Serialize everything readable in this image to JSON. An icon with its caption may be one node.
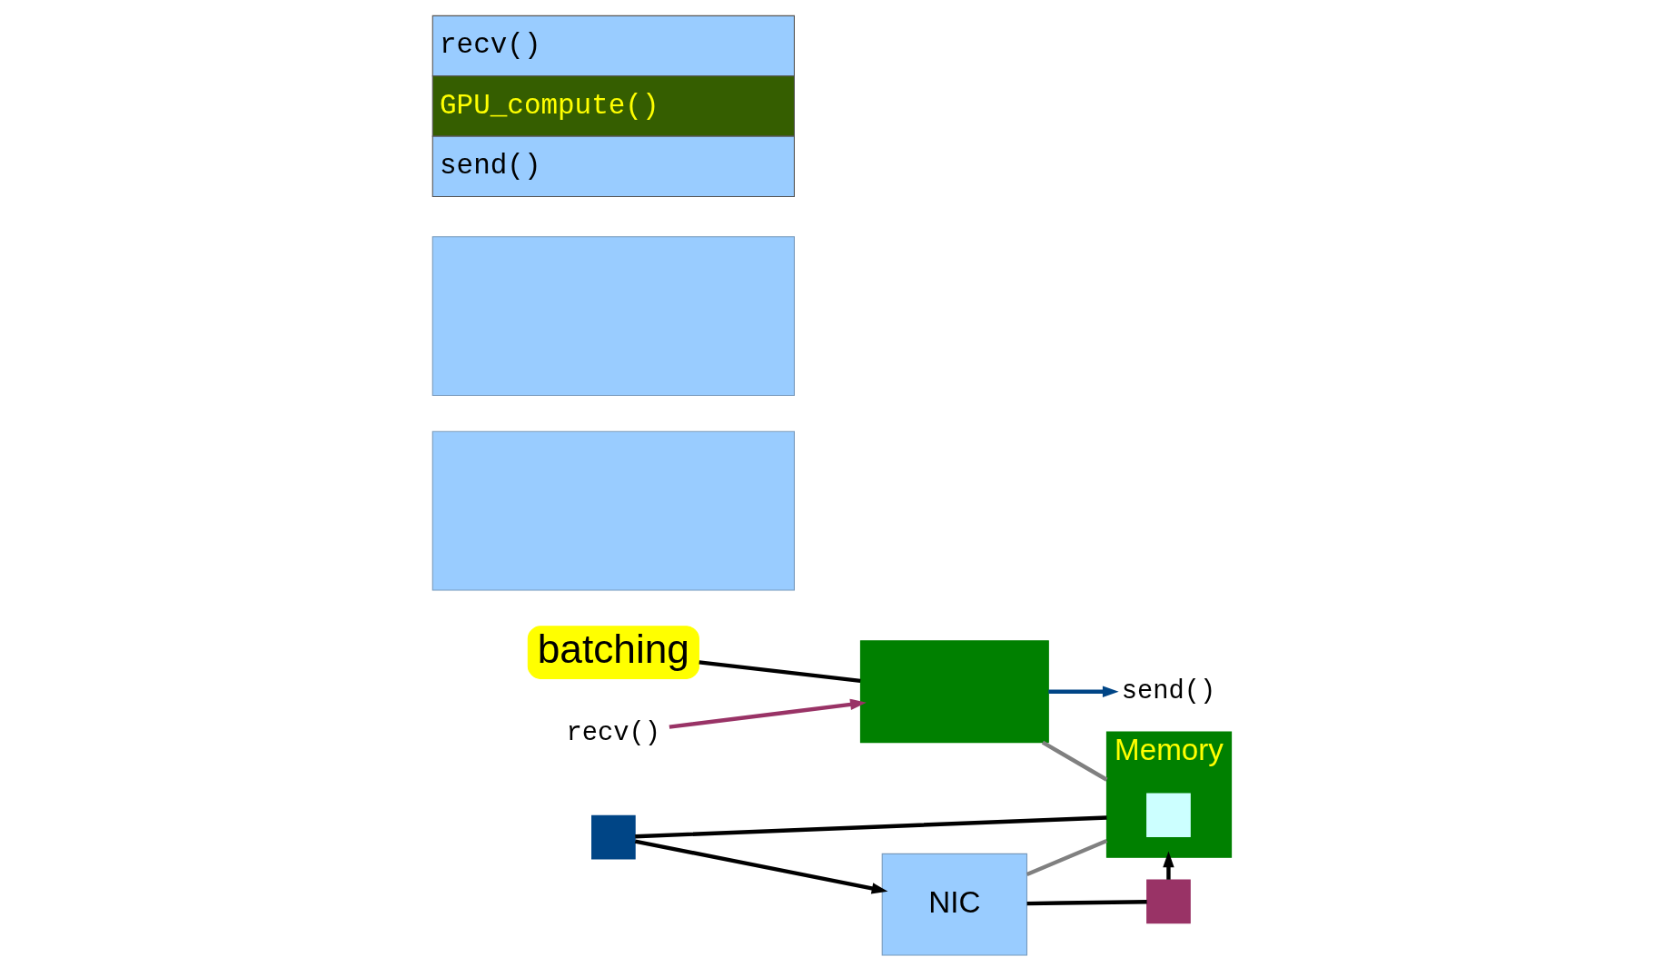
{
  "diagram": {
    "nodes": [
      {
        "text": [
          "batching"
        ]
      },
      {
        "text": [],
        "shape": "box"
      },
      {
        "text": [
          "recv()"
        ]
      },
      {
        "text": [
          "send()"
        ]
      },
      {
        "text": [
          "NIC"
        ]
      },
      {
        "text": [
          "Memory"
        ]
      },
      {
        "text": [],
        "shape": "box",
        "in": 5
      },
      {
        "text": [],
        "shape": "box"
      },
      {
        "text": [],
        "shape": "box"
      },
      {
        "text": [],
        "shape": "box"
      },
      {
        "text": [],
        "shape": "box"
      },
      {
        "text": [
          "recv()",
          "GPU_compute()",
          "send()"
        ]
      }
    ],
    "edges": [
      {
        "from": 0,
        "to": 1,
        "arrow": "none"
      },
      {
        "from": 2,
        "to": 1,
        "arrow": "to",
        "color": "#993366"
      },
      {
        "from": 1,
        "to": 3,
        "arrow": "to",
        "color": "#004586"
      },
      {
        "from": 1,
        "to": 5,
        "arrow": "none",
        "color": "#808080"
      },
      {
        "from": 4,
        "to": 7,
        "arrow": "none"
      },
      {
        "from": 7,
        "to": 5,
        "arrow": "to"
      },
      {
        "from": 5,
        "to": 8,
        "arrow": "none"
      },
      {
        "from": 8,
        "to": 4,
        "arrow": "to"
      },
      {
        "from": 4,
        "to": 5,
        "arrow": "none",
        "color": "#808080"
      }
    ]
  }
}
